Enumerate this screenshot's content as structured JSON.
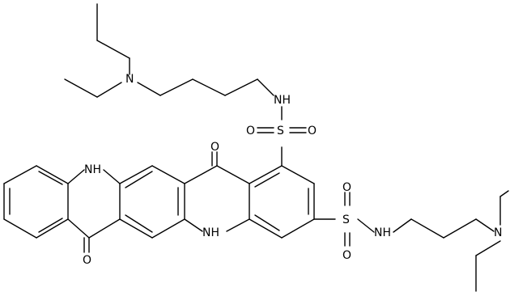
{
  "diagram": {
    "title": "",
    "atoms": {
      "amine_top": "N",
      "sulfonamide_top": "NH",
      "sulfur_top": "S",
      "oxygen_top_left": "O",
      "oxygen_top_right": "O",
      "carbonyl_top": "O",
      "nh_left": "NH",
      "nh_center": "NH",
      "carbonyl_bottom": "O",
      "sulfur_right": "S",
      "oxygen_right_top": "O",
      "oxygen_right_bottom": "O",
      "sulfonamide_right": "NH",
      "amine_right": "N"
    }
  }
}
